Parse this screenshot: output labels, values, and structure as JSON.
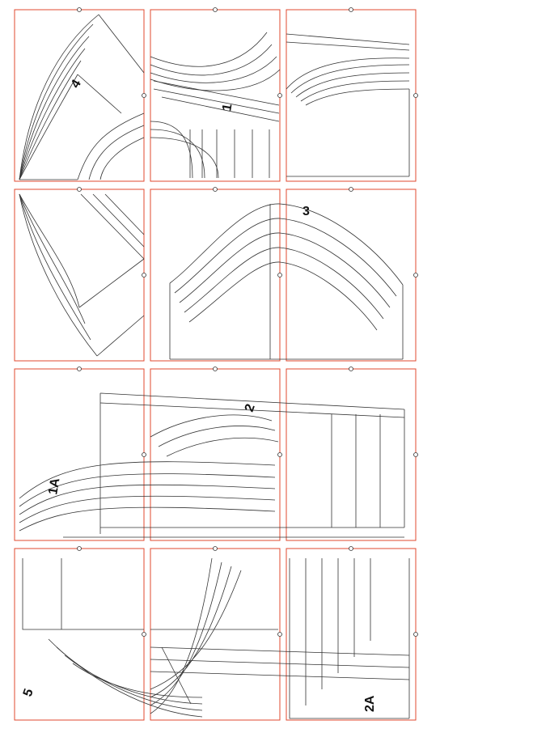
{
  "colors": {
    "tile_border": "#e0492f",
    "pattern_line": "#333333",
    "background": "#ffffff"
  },
  "layout": {
    "rows": 4,
    "columns": 3,
    "tile_marker": "crosshair-circle"
  },
  "piece_labels": {
    "piece_1": "1",
    "piece_1a": "1A",
    "piece_2": "2",
    "piece_2a": "2A",
    "piece_3": "3",
    "piece_4": "4",
    "piece_5": "5"
  }
}
